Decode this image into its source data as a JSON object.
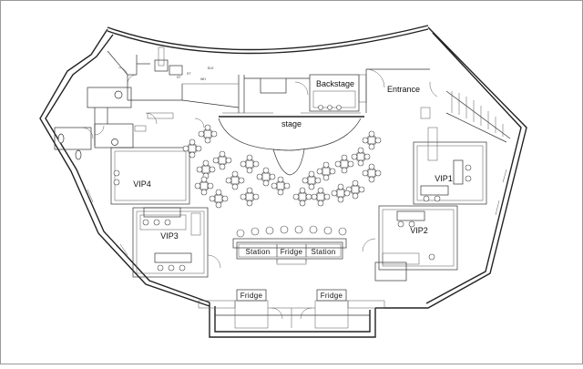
{
  "rooms": {
    "stage": "stage",
    "backstage": "Backstage",
    "entrance": "Entrance",
    "vip1": "VIP1",
    "vip2": "VIP2",
    "vip3": "VIP3",
    "vip4": "VIP4"
  },
  "bar": {
    "station_left": "Station",
    "fridge": "Fridge",
    "station_right": "Station"
  },
  "fridges": {
    "left": "Fridge",
    "right": "Fridge"
  },
  "tiny_labels": [
    "ELE",
    "ST",
    "ST",
    "WH"
  ]
}
